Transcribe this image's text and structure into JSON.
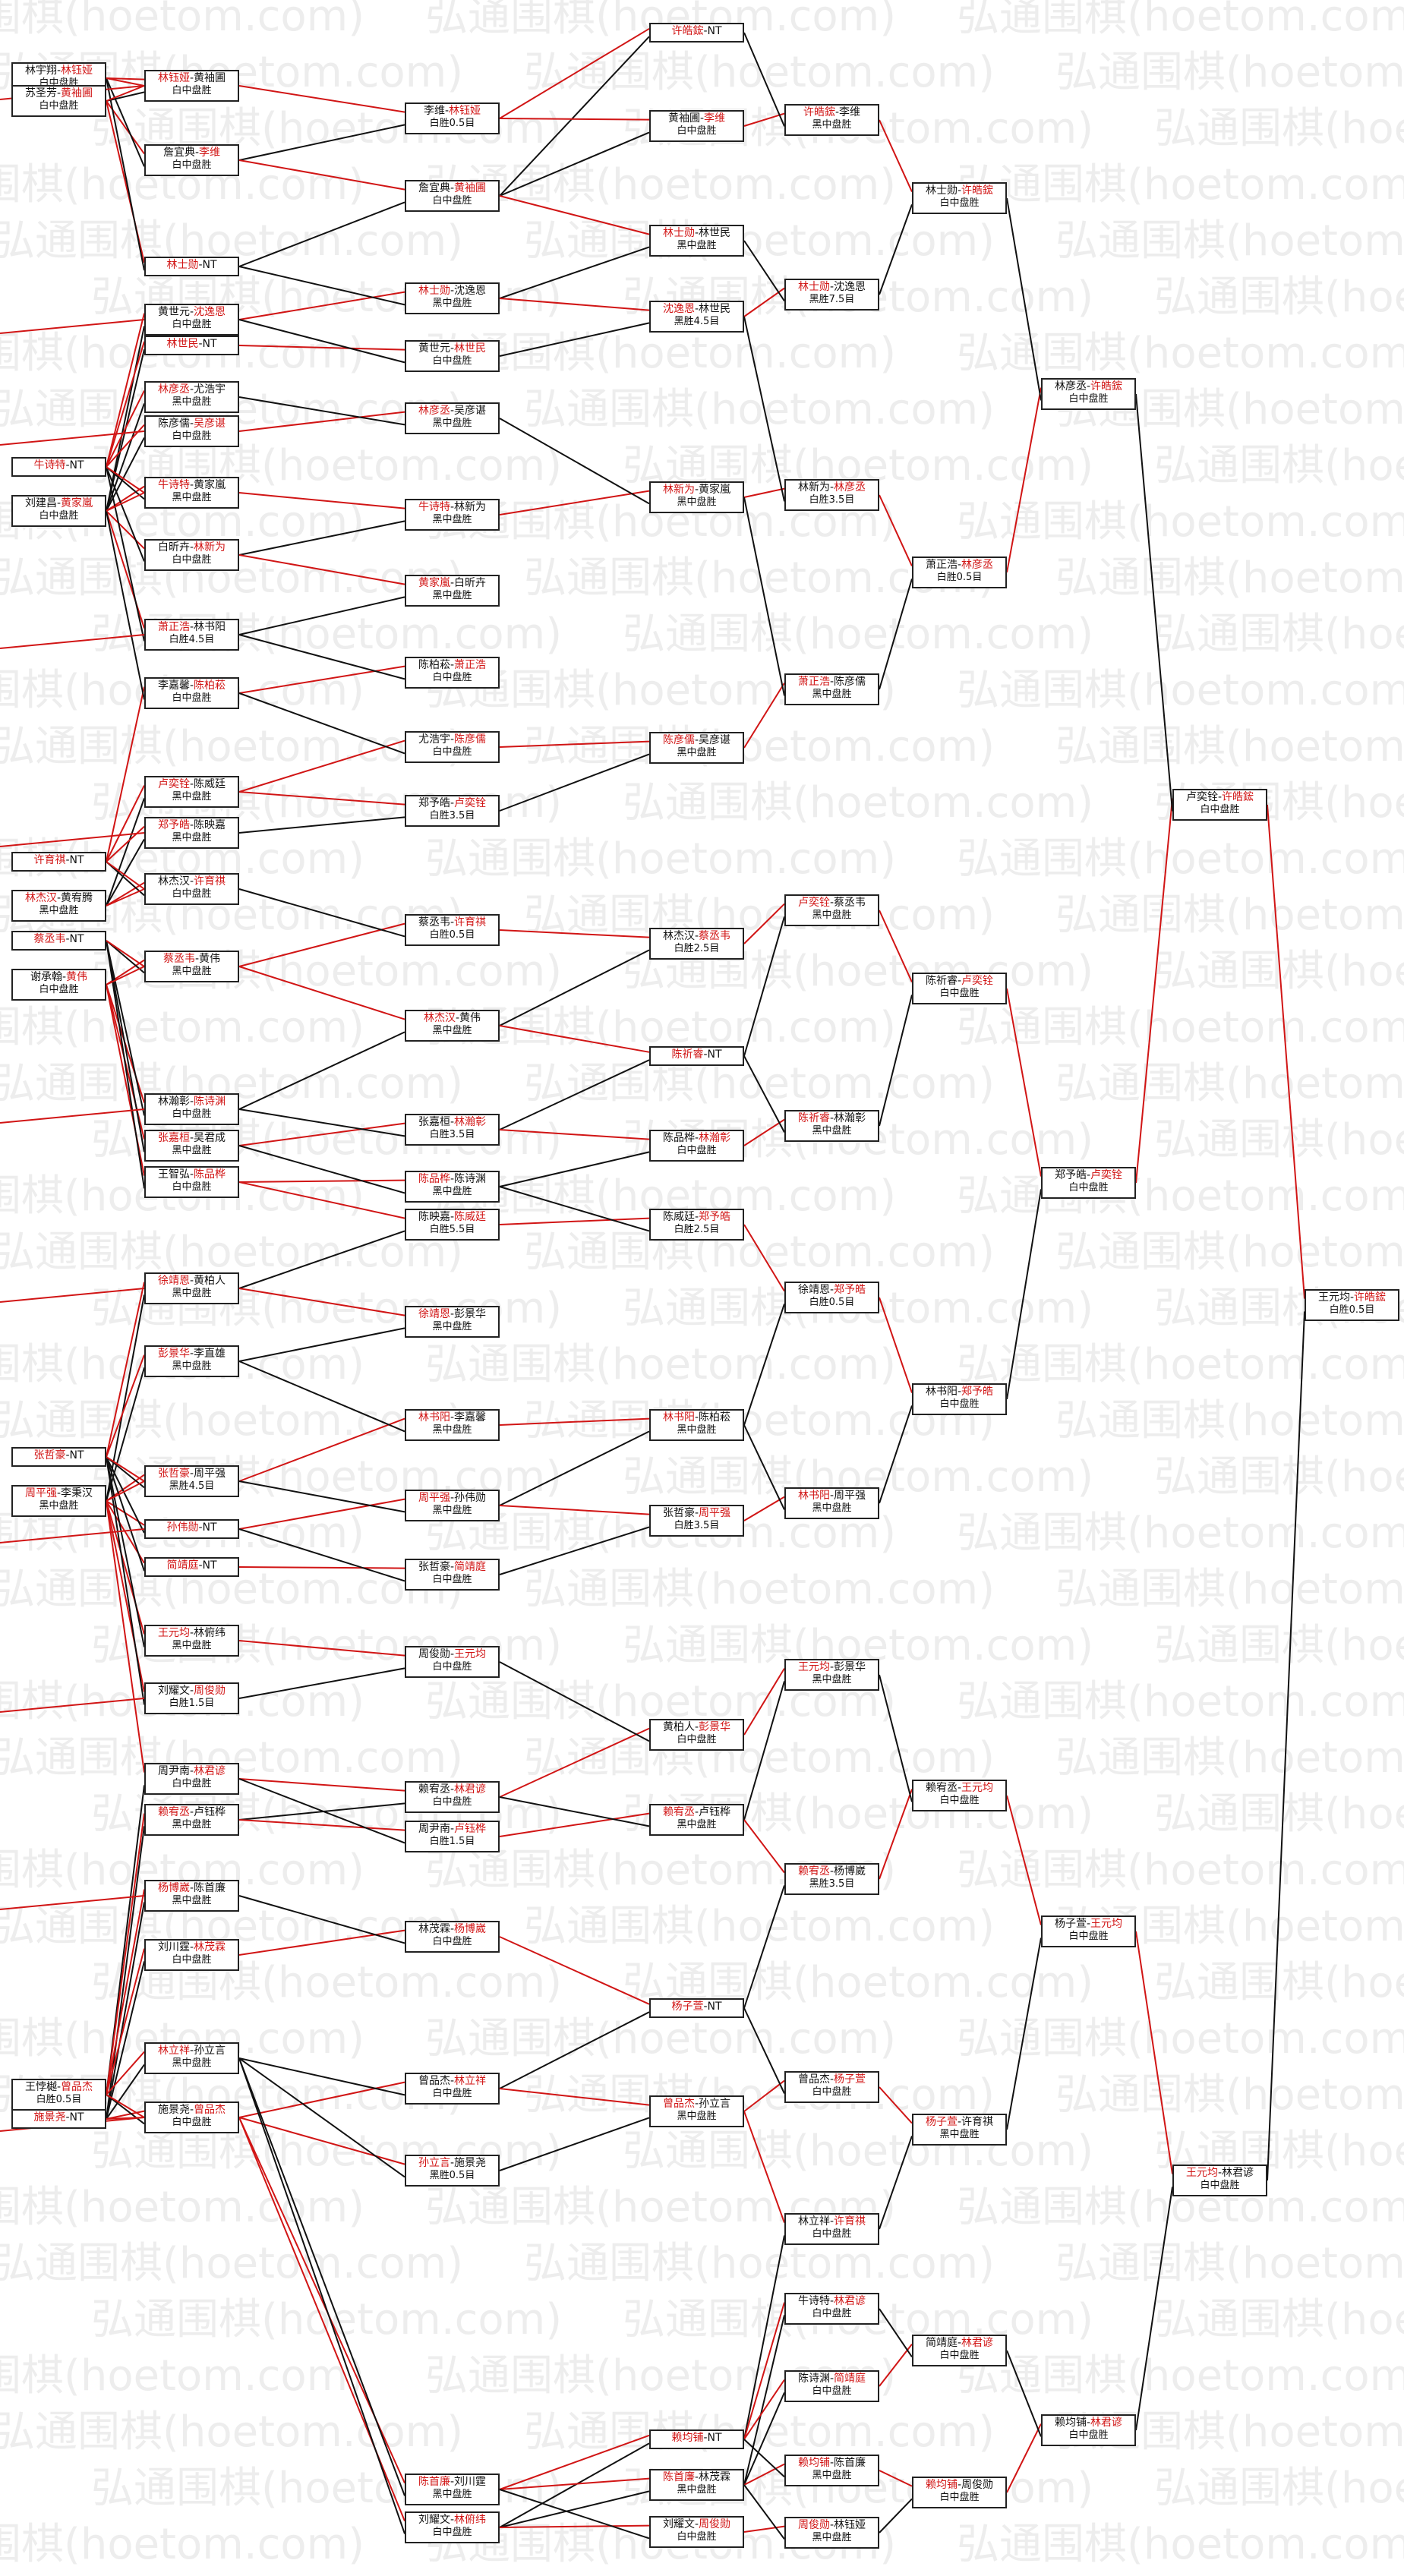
{
  "colors": {
    "winner": "#d11515",
    "text": "#111111",
    "line_red": "#d11515",
    "line_black": "#111111"
  },
  "watermark": "弘通围棋(hoetom.com)",
  "c0": [
    {
      "a": "林宇翔",
      "b": "林钰娅",
      "w": "b",
      "r": "白中盘胜"
    },
    {
      "a": "苏圣芳",
      "b": "黄袖圃",
      "w": "b",
      "r": "白中盘胜"
    },
    {
      "a": "牛诗特",
      "b": "NT",
      "w": "a",
      "r": ""
    },
    {
      "a": "刘建昌",
      "b": "黄家嵐",
      "w": "b",
      "r": "白中盘胜"
    },
    {
      "a": "许育祺",
      "b": "NT",
      "w": "a",
      "r": ""
    },
    {
      "a": "林杰汉",
      "b": "黄宥腾",
      "w": "a",
      "r": "黑中盘胜"
    },
    {
      "a": "蔡丞韦",
      "b": "NT",
      "w": "a",
      "r": ""
    },
    {
      "a": "谢承翰",
      "b": "黄伟",
      "w": "b",
      "r": "白中盘胜"
    },
    {
      "a": "张哲豪",
      "b": "NT",
      "w": "a",
      "r": ""
    },
    {
      "a": "周平强",
      "b": "李秉汉",
      "w": "a",
      "r": "黑中盘胜"
    },
    {
      "a": "王悖樾",
      "b": "曾品杰",
      "w": "b",
      "r": "白胜0.5目"
    },
    {
      "a": "施景尧",
      "b": "NT",
      "w": "a",
      "r": ""
    }
  ],
  "c1": [
    {
      "a": "林钰娅",
      "b": "黄袖圃",
      "w": "a",
      "r": "白中盘胜"
    },
    {
      "a": "詹宜典",
      "b": "李维",
      "w": "b",
      "r": "白中盘胜"
    },
    {
      "a": "林士勋",
      "b": "NT",
      "w": "a",
      "r": ""
    },
    {
      "a": "黄世元",
      "b": "沈逸恩",
      "w": "b",
      "r": "白中盘胜"
    },
    {
      "a": "林世民",
      "b": "NT",
      "w": "a",
      "r": ""
    },
    {
      "a": "林彦丞",
      "b": "尤浩宇",
      "w": "a",
      "r": "黑中盘胜"
    },
    {
      "a": "陈彦儒",
      "b": "吴彦谌",
      "w": "b",
      "r": "白中盘胜"
    },
    {
      "a": "牛诗特",
      "b": "黄家嵐",
      "w": "a",
      "r": "黑中盘胜"
    },
    {
      "a": "白昕卉",
      "b": "林新为",
      "w": "b",
      "r": "白中盘胜"
    },
    {
      "a": "萧正浩",
      "b": "林书阳",
      "w": "a",
      "r": "白胜4.5目"
    },
    {
      "a": "李嘉馨",
      "b": "陈柏菘",
      "w": "b",
      "r": "白中盘胜"
    },
    {
      "a": "卢奕铨",
      "b": "陈威廷",
      "w": "a",
      "r": "黑中盘胜"
    },
    {
      "a": "郑予皓",
      "b": "陈映嘉",
      "w": "a",
      "r": "黑中盘胜"
    },
    {
      "a": "林杰汉",
      "b": "许育祺",
      "w": "b",
      "r": "白中盘胜"
    },
    {
      "a": "蔡丞韦",
      "b": "黄伟",
      "w": "a",
      "r": "黑中盘胜"
    },
    {
      "a": "林瀚彰",
      "b": "陈诗渊",
      "w": "b",
      "r": "白中盘胜"
    },
    {
      "a": "张嘉桓",
      "b": "吴君成",
      "w": "a",
      "r": "黑中盘胜"
    },
    {
      "a": "王智弘",
      "b": "陈品桦",
      "w": "b",
      "r": "白中盘胜"
    },
    {
      "a": "徐靖恩",
      "b": "黄柏人",
      "w": "a",
      "r": "黑中盘胜"
    },
    {
      "a": "彭景华",
      "b": "李直雄",
      "w": "a",
      "r": "黑中盘胜"
    },
    {
      "a": "张哲豪",
      "b": "周平强",
      "w": "a",
      "r": "黑胜4.5目"
    },
    {
      "a": "孙伟勋",
      "b": "NT",
      "w": "a",
      "r": ""
    },
    {
      "a": "简靖庭",
      "b": "NT",
      "w": "a",
      "r": ""
    },
    {
      "a": "王元均",
      "b": "林俯纬",
      "w": "a",
      "r": "黑中盘胜"
    },
    {
      "a": "刘耀文",
      "b": "周俊勋",
      "w": "b",
      "r": "白胜1.5目"
    },
    {
      "a": "周尹南",
      "b": "林君谚",
      "w": "b",
      "r": "白中盘胜"
    },
    {
      "a": "赖宥丞",
      "b": "卢钰桦",
      "w": "a",
      "r": "黑中盘胜"
    },
    {
      "a": "杨博崴",
      "b": "陈首廉",
      "w": "a",
      "r": "黑中盘胜"
    },
    {
      "a": "刘川霆",
      "b": "林茂霖",
      "w": "b",
      "r": "白中盘胜"
    },
    {
      "a": "林立祥",
      "b": "孙立言",
      "w": "a",
      "r": "黑中盘胜"
    },
    {
      "a": "施景尧",
      "b": "曾品杰",
      "w": "b",
      "r": "白中盘胜"
    }
  ],
  "c2": [
    {
      "a": "李维",
      "b": "林钰娅",
      "w": "b",
      "r": "白胜0.5目"
    },
    {
      "a": "詹宜典",
      "b": "黄袖圃",
      "w": "b",
      "r": "白中盘胜"
    },
    {
      "a": "林士勋",
      "b": "沈逸恩",
      "w": "a",
      "r": "黑中盘胜"
    },
    {
      "a": "黄世元",
      "b": "林世民",
      "w": "b",
      "r": "白中盘胜"
    },
    {
      "a": "林彦丞",
      "b": "吴彦谌",
      "w": "a",
      "r": "黑中盘胜"
    },
    {
      "a": "牛诗特",
      "b": "林新为",
      "w": "a",
      "r": "黑中盘胜"
    },
    {
      "a": "黄家嵐",
      "b": "白昕卉",
      "w": "a",
      "r": "黑中盘胜"
    },
    {
      "a": "陈柏菘",
      "b": "萧正浩",
      "w": "b",
      "r": "白中盘胜"
    },
    {
      "a": "尤浩宇",
      "b": "陈彦儒",
      "w": "b",
      "r": "白中盘胜"
    },
    {
      "a": "郑予皓",
      "b": "卢奕铨",
      "w": "b",
      "r": "白胜3.5目"
    },
    {
      "a": "蔡丞韦",
      "b": "许育祺",
      "w": "b",
      "r": "白胜0.5目"
    },
    {
      "a": "林杰汉",
      "b": "黄伟",
      "w": "a",
      "r": "黑中盘胜"
    },
    {
      "a": "张嘉桓",
      "b": "林瀚彰",
      "w": "b",
      "r": "白胜3.5目"
    },
    {
      "a": "陈品桦",
      "b": "陈诗渊",
      "w": "a",
      "r": "黑中盘胜"
    },
    {
      "a": "陈映嘉",
      "b": "陈威廷",
      "w": "b",
      "r": "白胜5.5目"
    },
    {
      "a": "徐靖恩",
      "b": "彭景华",
      "w": "a",
      "r": "黑中盘胜"
    },
    {
      "a": "林书阳",
      "b": "李嘉馨",
      "w": "a",
      "r": "黑中盘胜"
    },
    {
      "a": "周平强",
      "b": "孙伟勋",
      "w": "a",
      "r": "黑中盘胜"
    },
    {
      "a": "张哲豪",
      "b": "简靖庭",
      "w": "b",
      "r": "白中盘胜"
    },
    {
      "a": "周俊勋",
      "b": "王元均",
      "w": "b",
      "r": "白中盘胜"
    },
    {
      "a": "赖宥丞",
      "b": "林君谚",
      "w": "b",
      "r": "白中盘胜"
    },
    {
      "a": "周尹南",
      "b": "卢钰桦",
      "w": "b",
      "r": "白胜1.5目"
    },
    {
      "a": "林茂霖",
      "b": "杨博崴",
      "w": "b",
      "r": "白中盘胜"
    },
    {
      "a": "曾品杰",
      "b": "林立祥",
      "w": "b",
      "r": "白中盘胜"
    },
    {
      "a": "孙立言",
      "b": "施景尧",
      "w": "a",
      "r": "黑胜0.5目"
    },
    {
      "a": "陈首廉",
      "b": "刘川霆",
      "w": "a",
      "r": "黑中盘胜"
    },
    {
      "a": "刘耀文",
      "b": "林俯纬",
      "w": "b",
      "r": "白中盘胜"
    }
  ],
  "c3": [
    {
      "a": "许皓鋐",
      "b": "NT",
      "w": "a",
      "r": ""
    },
    {
      "a": "黄袖圃",
      "b": "李维",
      "w": "b",
      "r": "白中盘胜"
    },
    {
      "a": "林士勋",
      "b": "林世民",
      "w": "a",
      "r": "黑中盘胜"
    },
    {
      "a": "沈逸恩",
      "b": "林世民",
      "w": "a",
      "r": "黑胜4.5目"
    },
    {
      "a": "林新为",
      "b": "黄家嵐",
      "w": "a",
      "r": "黑中盘胜"
    },
    {
      "a": "陈彦儒",
      "b": "吴彦谌",
      "w": "a",
      "r": "黑中盘胜"
    },
    {
      "a": "林杰汉",
      "b": "蔡丞韦",
      "w": "b",
      "r": "白胜2.5目"
    },
    {
      "a": "陈祈睿",
      "b": "NT",
      "w": "a",
      "r": ""
    },
    {
      "a": "陈品桦",
      "b": "林瀚彰",
      "w": "b",
      "r": "白中盘胜"
    },
    {
      "a": "陈威廷",
      "b": "郑予皓",
      "w": "b",
      "r": "白胜2.5目"
    },
    {
      "a": "林书阳",
      "b": "陈柏菘",
      "w": "a",
      "r": "黑中盘胜"
    },
    {
      "a": "张哲豪",
      "b": "周平强",
      "w": "b",
      "r": "白胜3.5目"
    },
    {
      "a": "黄柏人",
      "b": "彭景华",
      "w": "b",
      "r": "白中盘胜"
    },
    {
      "a": "赖宥丞",
      "b": "卢钰桦",
      "w": "a",
      "r": "黑中盘胜"
    },
    {
      "a": "杨子萱",
      "b": "NT",
      "w": "a",
      "r": ""
    },
    {
      "a": "曾品杰",
      "b": "孙立言",
      "w": "a",
      "r": "黑中盘胜"
    },
    {
      "a": "赖均铺",
      "b": "NT",
      "w": "a",
      "r": ""
    },
    {
      "a": "陈首廉",
      "b": "林茂霖",
      "w": "a",
      "r": "黑中盘胜"
    },
    {
      "a": "刘耀文",
      "b": "周俊勋",
      "w": "b",
      "r": "白中盘胜"
    }
  ],
  "c4": [
    {
      "a": "许皓鋐",
      "b": "李维",
      "w": "a",
      "r": "黑中盘胜"
    },
    {
      "a": "林士勋",
      "b": "沈逸恩",
      "w": "a",
      "r": "黑胜7.5目"
    },
    {
      "a": "林新为",
      "b": "林彦丞",
      "w": "b",
      "r": "白胜3.5目"
    },
    {
      "a": "萧正浩",
      "b": "陈彦儒",
      "w": "a",
      "r": "黑中盘胜"
    },
    {
      "a": "卢奕铨",
      "b": "蔡丞韦",
      "w": "a",
      "r": "黑中盘胜"
    },
    {
      "a": "陈祈睿",
      "b": "林瀚彰",
      "w": "a",
      "r": "黑中盘胜"
    },
    {
      "a": "徐靖恩",
      "b": "郑予皓",
      "w": "b",
      "r": "白胜0.5目"
    },
    {
      "a": "林书阳",
      "b": "周平强",
      "w": "a",
      "r": "黑中盘胜"
    },
    {
      "a": "王元均",
      "b": "彭景华",
      "w": "a",
      "r": "黑中盘胜"
    },
    {
      "a": "赖宥丞",
      "b": "杨博崴",
      "w": "a",
      "r": "黑胜3.5目"
    },
    {
      "a": "曾品杰",
      "b": "杨子萱",
      "w": "b",
      "r": "白中盘胜"
    },
    {
      "a": "林立祥",
      "b": "许育祺",
      "w": "b",
      "r": "白中盘胜"
    },
    {
      "a": "牛诗特",
      "b": "林君谚",
      "w": "b",
      "r": "白中盘胜"
    },
    {
      "a": "陈诗渊",
      "b": "简靖庭",
      "w": "b",
      "r": "白中盘胜"
    },
    {
      "a": "赖均铺",
      "b": "陈首廉",
      "w": "a",
      "r": "黑中盘胜"
    },
    {
      "a": "周俊勋",
      "b": "林钰娅",
      "w": "a",
      "r": "黑中盘胜"
    }
  ],
  "c5": [
    {
      "a": "林士勋",
      "b": "许皓鋐",
      "w": "b",
      "r": "白中盘胜"
    },
    {
      "a": "萧正浩",
      "b": "林彦丞",
      "w": "b",
      "r": "白胜0.5目"
    },
    {
      "a": "陈祈睿",
      "b": "卢奕铨",
      "w": "b",
      "r": "白中盘胜"
    },
    {
      "a": "林书阳",
      "b": "郑予皓",
      "w": "b",
      "r": "白中盘胜"
    },
    {
      "a": "赖宥丞",
      "b": "王元均",
      "w": "b",
      "r": "白中盘胜"
    },
    {
      "a": "杨子萱",
      "b": "许育祺",
      "w": "a",
      "r": "黑中盘胜"
    },
    {
      "a": "简靖庭",
      "b": "林君谚",
      "w": "b",
      "r": "白中盘胜"
    },
    {
      "a": "赖均铺",
      "b": "周俊勋",
      "w": "a",
      "r": "白中盘胜"
    }
  ],
  "c6": [
    {
      "a": "林彦丞",
      "b": "许皓鋐",
      "w": "b",
      "r": "白中盘胜"
    },
    {
      "a": "郑予皓",
      "b": "卢奕铨",
      "w": "b",
      "r": "白中盘胜"
    },
    {
      "a": "杨子萱",
      "b": "王元均",
      "w": "b",
      "r": "白中盘胜"
    },
    {
      "a": "赖均铺",
      "b": "林君谚",
      "w": "b",
      "r": "白中盘胜"
    }
  ],
  "c7": [
    {
      "a": "卢奕铨",
      "b": "许皓鋐",
      "w": "b",
      "r": "白中盘胜"
    },
    {
      "a": "王元均",
      "b": "林君谚",
      "w": "a",
      "r": "白中盘胜"
    }
  ],
  "c8": [
    {
      "a": "王元均",
      "b": "许皓鋐",
      "w": "b",
      "r": "白胜0.5目"
    }
  ]
}
